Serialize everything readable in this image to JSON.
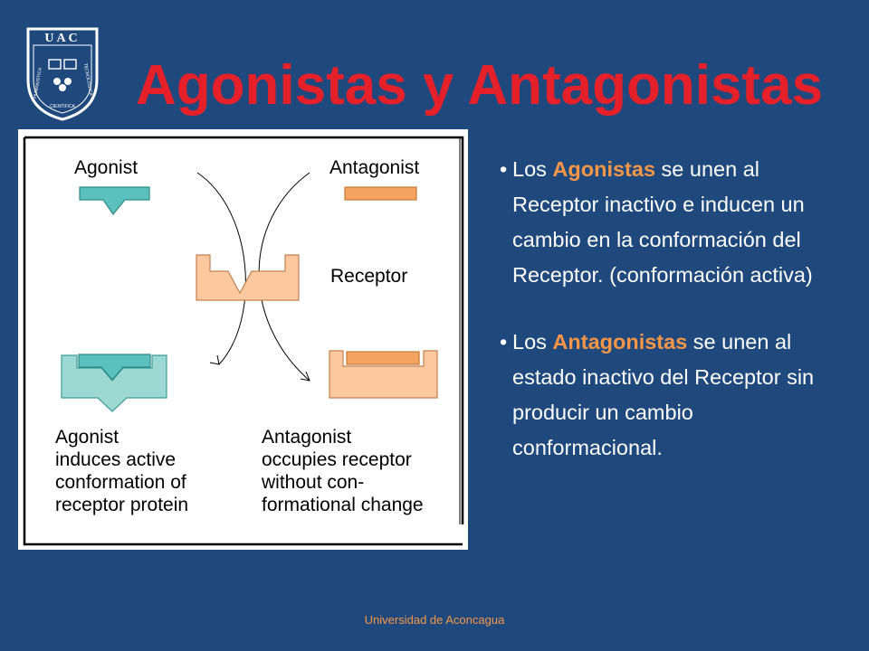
{
  "slide": {
    "title": "Agonistas y Antagonistas",
    "footer": "Universidad de Aconcagua"
  },
  "logo": {
    "text_top": "UAC",
    "text_left": "HUMANISTICA",
    "text_right": "TECNOLOGICA",
    "text_bottom": "CIENTIFICA"
  },
  "diagram": {
    "label_agonist": "Agonist",
    "label_antagonist": "Antagonist",
    "label_receptor": "Receptor",
    "caption_agonist": [
      "Agonist",
      "induces active",
      "conformation of",
      "receptor protein"
    ],
    "caption_antagonist": [
      "Antagonist",
      "occupies receptor",
      "without con-",
      "formational change"
    ]
  },
  "bullets": [
    {
      "before": "Los ",
      "keyword": "Agonistas",
      "after": "  se unen al Receptor inactivo e inducen un cambio en la conformación del Receptor. (conformación activa)"
    },
    {
      "before": "Los ",
      "keyword": "Antagonistas",
      "after": " se unen al estado inactivo del Receptor sin producir un cambio conformacional."
    }
  ],
  "colors": {
    "background": "#1f497d",
    "title": "#e4202a",
    "accent": "#f79646",
    "agonist_fill": "#5bc0be",
    "antagonist_fill": "#f4a460",
    "receptor_fill": "#fbc8a0",
    "active_receptor_fill": "#9dd8d2"
  }
}
